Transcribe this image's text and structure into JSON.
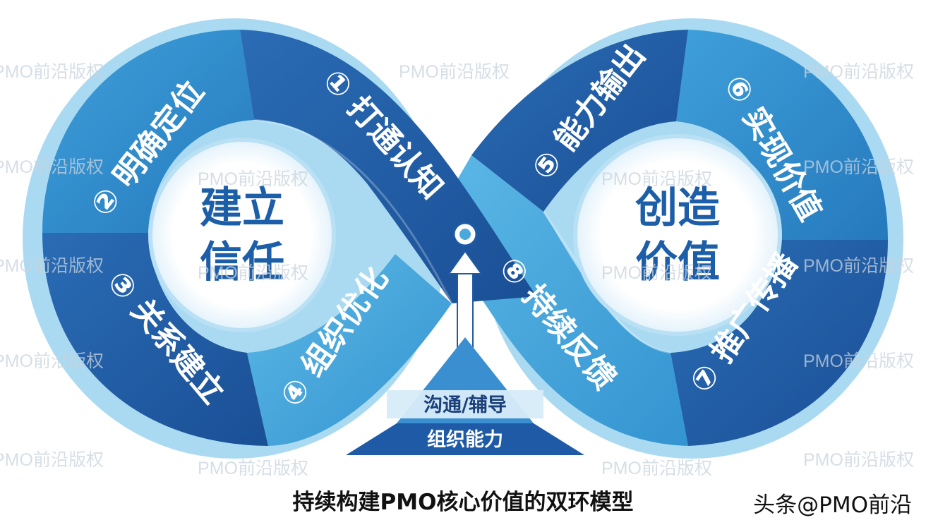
{
  "segments": [
    {
      "id": 1,
      "label": "① 打通认知"
    },
    {
      "id": 2,
      "label": "② 明确定位"
    },
    {
      "id": 3,
      "label": "③ 关系建立"
    },
    {
      "id": 4,
      "label": "④ 组织优化"
    },
    {
      "id": 5,
      "label": "⑤ 能力输出"
    },
    {
      "id": 6,
      "label": "⑥ 实现价值"
    },
    {
      "id": 7,
      "label": "⑦ 推广传播"
    },
    {
      "id": 8,
      "label": "⑧ 持续反馈"
    }
  ],
  "left_center": {
    "line1": "建立",
    "line2": "信任"
  },
  "right_center": {
    "line1": "创造",
    "line2": "价值"
  },
  "pyramid": {
    "top": "沟通/辅导",
    "bottom": "组织能力"
  },
  "caption": "持续构建PMO核心价值的双环模型",
  "credit": "头条@PMO前沿",
  "watermark": "PMO前沿版权",
  "colors": {
    "dark_blue": "#1f5aa6",
    "mid_blue": "#2f86c8",
    "light_blue": "#4aa8dc",
    "ring_edge": "#9fd3ef",
    "center_text": "#1d5ea8"
  }
}
